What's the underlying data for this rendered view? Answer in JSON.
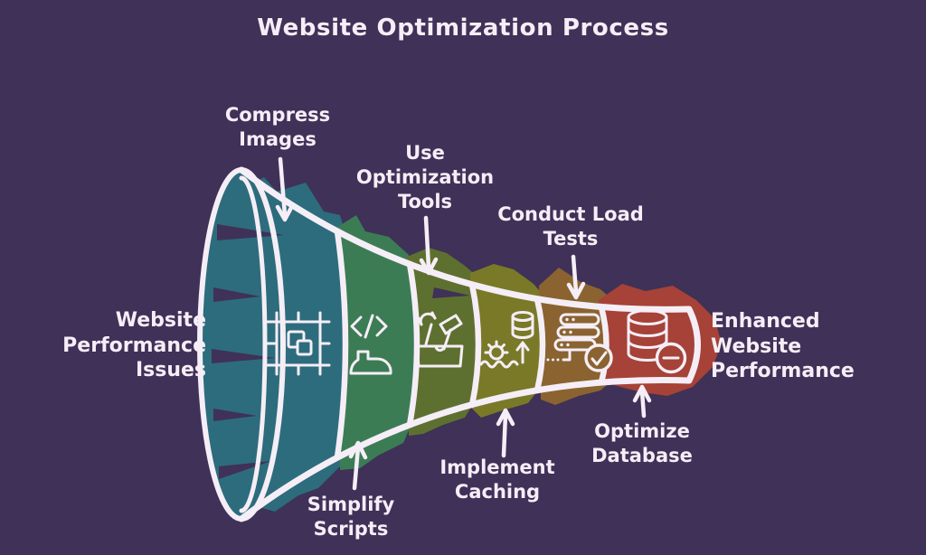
{
  "title": "Website Optimization Process",
  "left_label": {
    "lines": [
      "Website",
      "Performance",
      "Issues"
    ]
  },
  "right_label": {
    "lines": [
      "Enhanced",
      "Website",
      "Performance"
    ]
  },
  "stages": [
    {
      "label_lines": [
        "Compress",
        "Images"
      ],
      "icon": "compress-images-icon",
      "color": "#2d6c7c",
      "label_position": "top"
    },
    {
      "label_lines": [
        "Simplify",
        "Scripts"
      ],
      "icon": "simplify-scripts-icon",
      "color": "#3c7c55",
      "label_position": "bottom"
    },
    {
      "label_lines": [
        "Use",
        "Optimization",
        "Tools"
      ],
      "icon": "optimization-tools-icon",
      "color": "#5e7030",
      "label_position": "top"
    },
    {
      "label_lines": [
        "Implement",
        "Caching"
      ],
      "icon": "caching-gear-icon",
      "color": "#7a7928",
      "label_position": "bottom"
    },
    {
      "label_lines": [
        "Conduct Load",
        "Tests"
      ],
      "icon": "server-check-icon",
      "color": "#8a6330",
      "label_position": "top"
    },
    {
      "label_lines": [
        "Optimize",
        "Database"
      ],
      "icon": "database-minus-icon",
      "color": "#a64237",
      "label_position": "bottom"
    }
  ],
  "colors": {
    "background": "#3f3157",
    "stroke": "#f5eef7",
    "text": "#f5eef7"
  }
}
